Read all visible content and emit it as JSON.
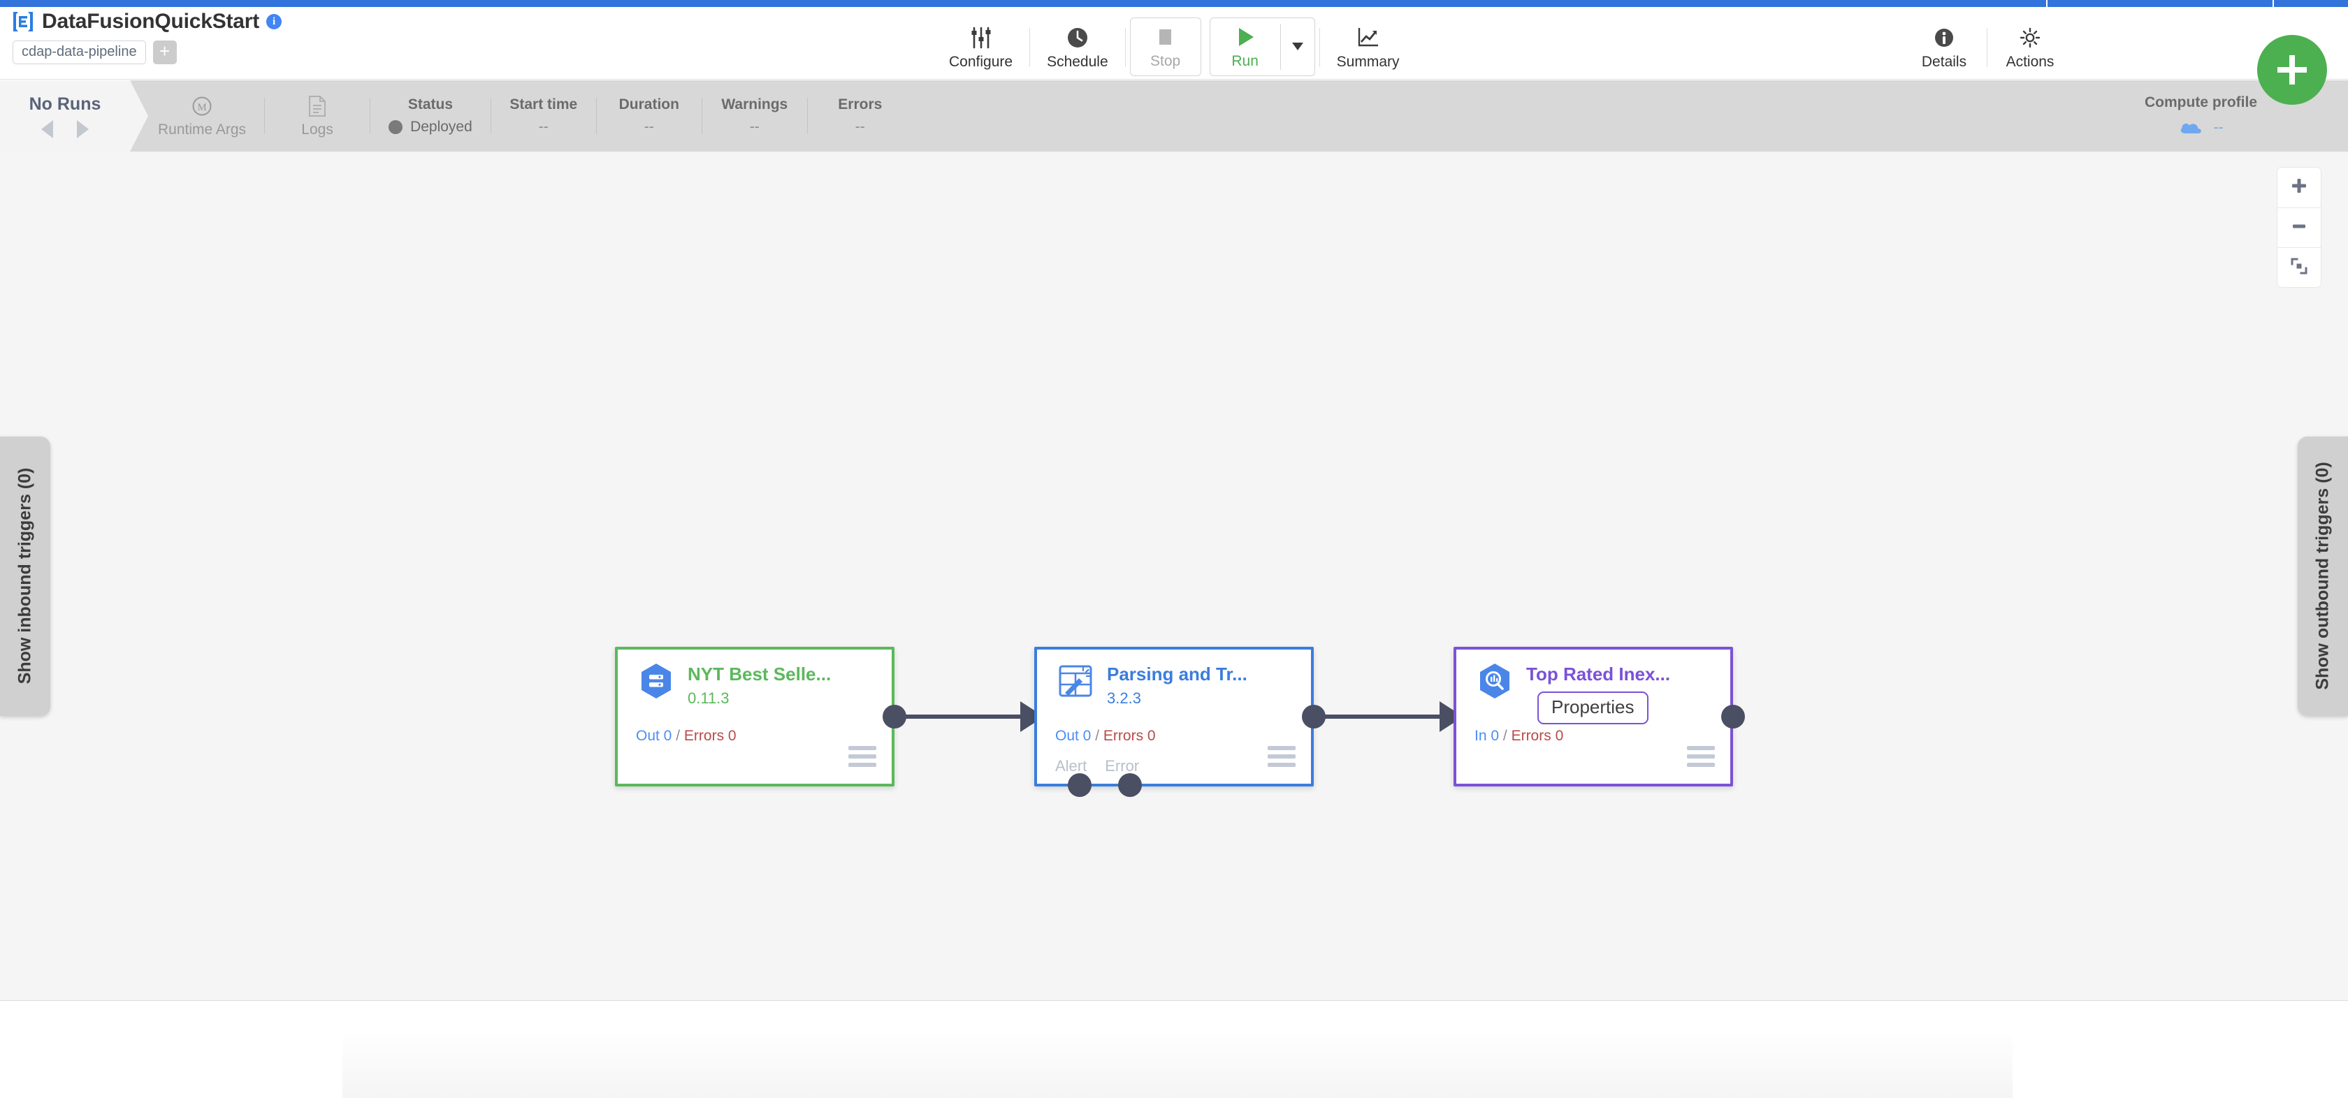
{
  "header": {
    "logo_icon": "cdf-logo-icon",
    "pipeline_name": "DataFusionQuickStart",
    "info_icon": "info-icon",
    "artifact_chip": "cdap-data-pipeline",
    "add_chip_label": "+"
  },
  "toolbar": {
    "items": [
      {
        "label": "Configure",
        "icon": "sliders-icon"
      },
      {
        "label": "Schedule",
        "icon": "clock-icon"
      },
      {
        "label": "Stop",
        "icon": "stop-square-icon"
      },
      {
        "label": "Run",
        "icon": "play-triangle-icon"
      },
      {
        "label": "Summary",
        "icon": "line-chart-icon"
      },
      {
        "label": "Details",
        "icon": "info-circle-icon"
      },
      {
        "label": "Actions",
        "icon": "gear-icon"
      }
    ],
    "run_caret_icon": "chevron-down-icon",
    "fab_label": "+",
    "fab_color": "#4cb050"
  },
  "runbar": {
    "no_runs_title": "No Runs",
    "prev_icon": "caret-left-icon",
    "next_icon": "caret-right-icon",
    "runtime_args": {
      "label": "Runtime Args",
      "icon": "macro-m-icon"
    },
    "logs": {
      "label": "Logs",
      "icon": "document-icon"
    },
    "metrics": [
      {
        "header": "Status",
        "value": "Deployed",
        "has_dot": true,
        "dot_color": "#7a7a7a"
      },
      {
        "header": "Start time",
        "value": "--",
        "has_dot": false
      },
      {
        "header": "Duration",
        "value": "--",
        "has_dot": false
      },
      {
        "header": "Warnings",
        "value": "--",
        "has_dot": false
      },
      {
        "header": "Errors",
        "value": "--",
        "has_dot": false
      }
    ],
    "compute_profile": {
      "header": "Compute profile",
      "icon": "cloud-icon",
      "value": "--"
    }
  },
  "canvas": {
    "zoom_controls": [
      {
        "icon": "plus-icon",
        "name": "zoom-in-button"
      },
      {
        "icon": "minus-icon",
        "name": "zoom-out-button"
      },
      {
        "icon": "fit-screen-icon",
        "name": "fit-to-screen-button"
      }
    ],
    "inbound_tab": "Show inbound triggers (0)",
    "outbound_tab": "Show outbound triggers (0)",
    "nodes": [
      {
        "id": "node-source",
        "kind": "source",
        "icon": "bigquery-table-icon",
        "name": "NYT Best Selle...",
        "version": "0.11.3",
        "metric_in_label": "Out 0",
        "metric_sep": "/",
        "metric_err": "Errors 0",
        "port_labels": [],
        "accent": "#5cb85c",
        "menu_icon": "hamburger-menu-icon"
      },
      {
        "id": "node-transform",
        "kind": "transform",
        "icon": "wrangler-magic-icon",
        "name": "Parsing and Tr...",
        "version": "3.2.3",
        "metric_in_label": "Out 0",
        "metric_sep": "/",
        "metric_err": "Errors 0",
        "port_labels": [
          "Alert",
          "Error"
        ],
        "accent": "#3b7ddd",
        "menu_icon": "hamburger-menu-icon"
      },
      {
        "id": "node-sink",
        "kind": "sink",
        "icon": "bigquery-search-icon",
        "name": "Top Rated Inex...",
        "version": "",
        "tooltip": "Properties",
        "metric_in_label": "In 0",
        "metric_sep": "/",
        "metric_err": "Errors 0",
        "port_labels": [],
        "accent": "#7b52d6",
        "menu_icon": "hamburger-menu-icon"
      }
    ]
  }
}
